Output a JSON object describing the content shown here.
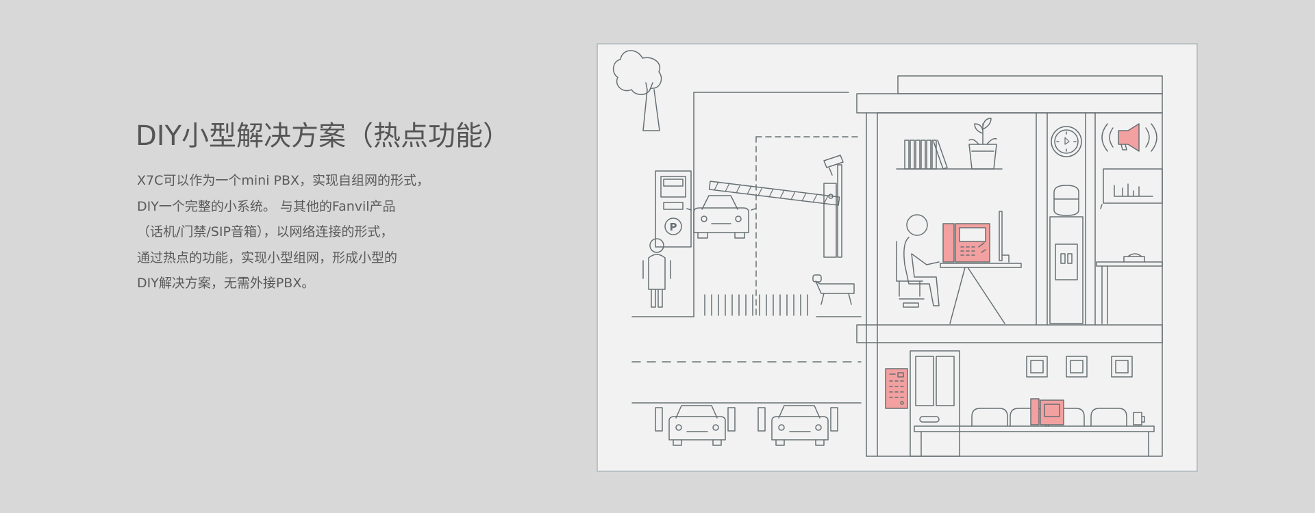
{
  "heading": {
    "title": "DIY小型解决方案（热点功能）"
  },
  "description": {
    "lines": [
      "X7C可以作为一个mini PBX，实现自组网的形式，",
      "DIY一个完整的小系统。 与其他的Fanvil产品",
      "（话机/门禁/SIP音箱），以网络连接的形式，",
      "通过热点的功能，实现小型组网，形成小型的",
      "DIY解决方案，无需外接PBX。"
    ]
  },
  "illustration": {
    "parking_sign": "P",
    "colors": {
      "background": "#d8d8d8",
      "panel": "#f2f2f2",
      "line": "#666f73",
      "accent": "#f2a0a0"
    }
  }
}
